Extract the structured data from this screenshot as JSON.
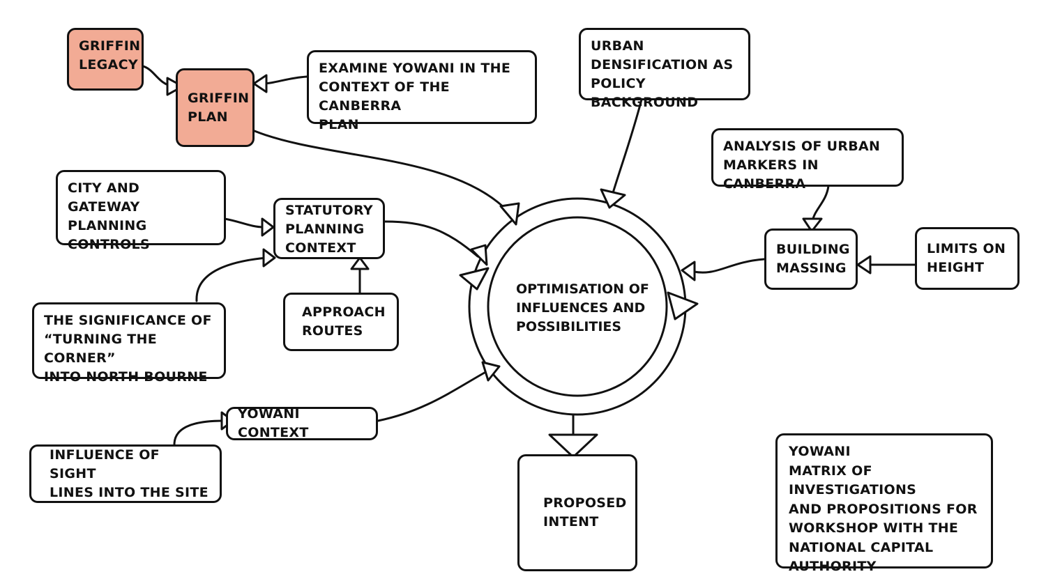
{
  "diagram": {
    "hub": {
      "label": "Optimisation of\ninfluences and\npossibilities"
    },
    "nodes": {
      "griffin_legacy": "Griffin\nLegacy",
      "griffin_plan": "Griffin\nPlan",
      "examine_yowani": "Examine Yowani in the\ncontext of the Canberra\nplan",
      "urban_densification": "Urban\ndensification as\npolicy background",
      "analysis_markers": "Analysis of urban\nmarkers in Canberra",
      "city_gateway": "City and gateway\nplanning controls",
      "statutory": "Statutory\nplanning\ncontext",
      "approach_routes": "Approach\nroutes",
      "significance": "The significance of\n“turning the corner”\ninto North Bourne",
      "building_massing": "Building\nmassing",
      "limits_height": "Limits on\nheight",
      "yowani_context": "Yowani context",
      "sight_lines": "Influence of sight\nlines into the site",
      "proposed_intent": "Proposed\nintent",
      "caption": "Yowani\nmatrix of investigations\nand propositions for\nworkshop with the\nNational Capital\nAuthority"
    },
    "colors": {
      "highlight": "#f2ab95",
      "stroke": "#111111"
    }
  }
}
